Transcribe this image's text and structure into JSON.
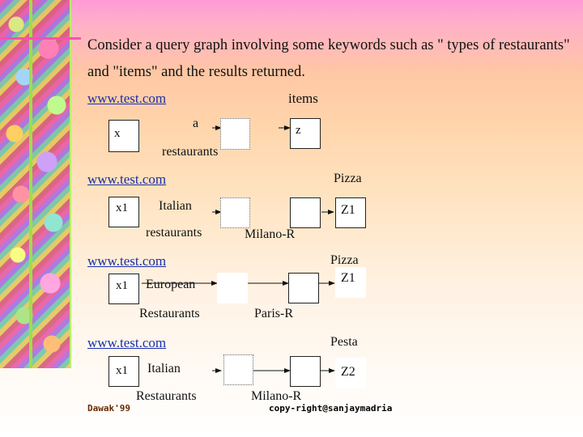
{
  "intro": {
    "line1": "Consider a query graph involving some keywords such as \" types of restaurants\"",
    "line2": "and \"items\" and the results returned."
  },
  "diagrams": [
    {
      "url": "www.test.com",
      "top_right": "items",
      "box1": "x",
      "edge_top": "a",
      "edge_bottom": "restaurants",
      "box3": "z"
    },
    {
      "url": "www.test.com",
      "top_right": "Pizza",
      "box1": "x1",
      "edge_top": "Italian",
      "edge_bottom": "restaurants",
      "edge2_bottom": "Milano-R",
      "box4": "Z1"
    },
    {
      "url": "www.test.com",
      "top_right": "Pizza",
      "box1": "x1",
      "edge_top": "European",
      "edge_bottom": "Restaurants",
      "edge2_bottom": "Paris-R",
      "box4": "Z1"
    },
    {
      "url": "www.test.com",
      "top_right": "Pesta",
      "box1": "x1",
      "edge_top": "Italian",
      "edge_bottom": "Restaurants",
      "edge2_bottom": "Milano-R",
      "box4": "Z2"
    }
  ],
  "footer": {
    "left": "Dawak'99",
    "right": "copy-right@sanjaymadria"
  }
}
